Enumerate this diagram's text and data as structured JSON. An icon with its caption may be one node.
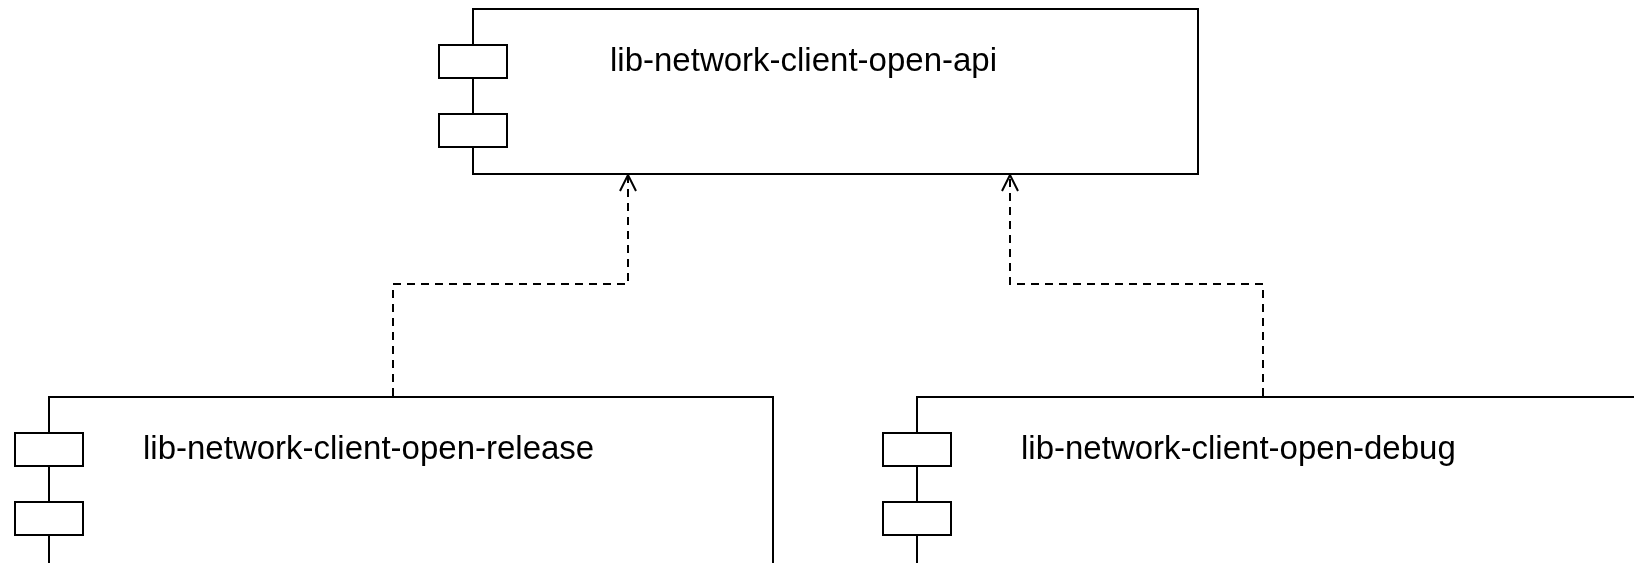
{
  "diagram": {
    "nodes": [
      {
        "text": [
          "lib-network-client-open-api"
        ]
      },
      {
        "text": [
          "lib-network-client-open-release"
        ]
      },
      {
        "text": [
          "lib-network-client-open-debug"
        ]
      }
    ],
    "edges": [
      {
        "from": 1,
        "to": 0,
        "arrow": "to",
        "style": "dashed"
      },
      {
        "from": 2,
        "to": 0,
        "arrow": "to",
        "style": "dashed"
      }
    ]
  }
}
